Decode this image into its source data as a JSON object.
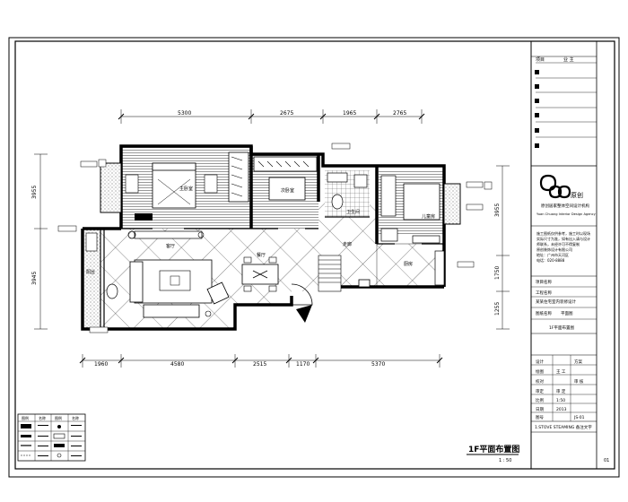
{
  "drawing": {
    "title": "1F平面布置图",
    "scale": "1 : 50",
    "sheet_no": "01"
  },
  "dimensions": {
    "top": [
      "5300",
      "2675",
      "1965",
      "2765"
    ],
    "bottom": [
      "1960",
      "4580",
      "2515",
      "1170",
      "5370"
    ],
    "left": [
      "3955",
      "3945"
    ],
    "right": [
      "3955",
      "1750",
      "1255"
    ]
  },
  "rooms": {
    "master_bedroom": "主卧室",
    "second_bedroom": "次卧室",
    "third_bedroom": "儿童房",
    "living": "客厅",
    "dining": "餐厅",
    "corridor": "走廊",
    "kitchen": "厨房",
    "toilet": "卫生间",
    "balcony": "阳台"
  },
  "title_block": {
    "header_label": "项目",
    "header_value": "业 主",
    "logo_brand": "原创",
    "company_name_cn": "原创居家整体空间设计机构",
    "company_name_en": "Yuan Chuang Interior Design Agency",
    "notes": [
      "施工图纸仅供参考，施工时以现场",
      "实际尺寸为准，如有出入请与设计",
      "师联系，未经许可不得复制",
      "原创装饰设计有限公司",
      "地址：广州市天河区",
      "电话：020-8888"
    ],
    "project_row1": "项目名称",
    "project_row2": "工程名称",
    "project_row3": "某某住宅室内装修设计",
    "drawing_type_label": "图纸名称",
    "drawing_type_value": "平面图",
    "drawing_name": "1F平面布置图",
    "sign_rows": [
      {
        "label": "设计",
        "value": "方案"
      },
      {
        "label": "绘图",
        "value": "王 工"
      },
      {
        "label": "校对",
        "value": "审 核"
      },
      {
        "label": "审定",
        "value": "审 定"
      },
      {
        "label": "比例",
        "value": "1:50"
      },
      {
        "label": "日期",
        "value": "2013"
      },
      {
        "label": "图号",
        "value": "JS-01"
      }
    ],
    "footer": "1.STOVE STEAMING 备注文字"
  },
  "legend": {
    "headers": [
      "图例",
      "名称",
      "图例",
      "名称"
    ]
  }
}
